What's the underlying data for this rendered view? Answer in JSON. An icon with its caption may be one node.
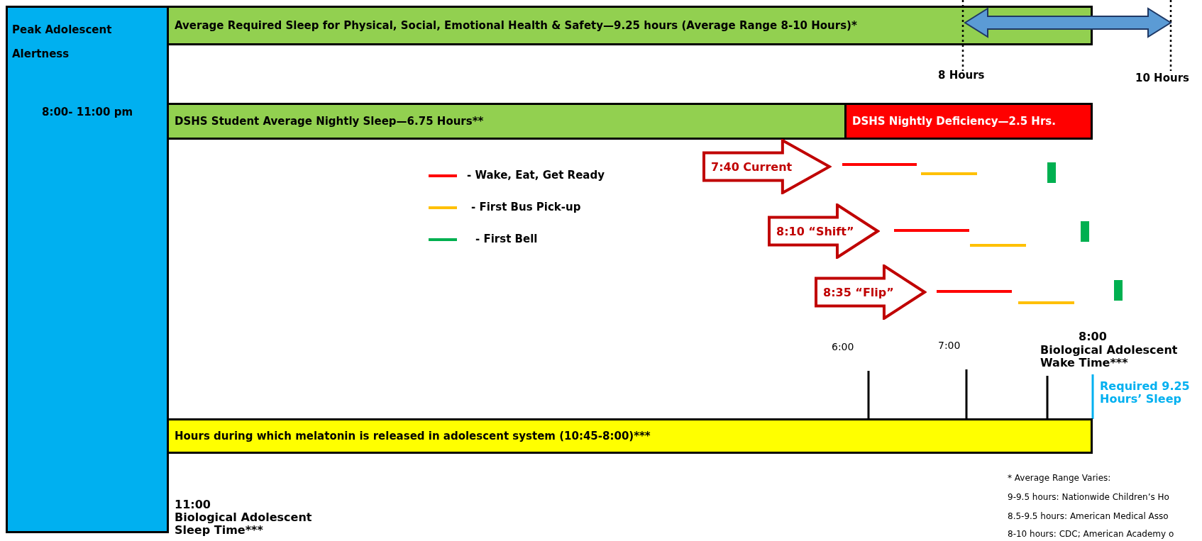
{
  "diagram": {
    "nodes": [
      {
        "text": [
          "Peak Adolescent Alertness",
          "8:00- 11:00 pm"
        ],
        "beside": [
          "11:00",
          "Biological Adolescent Sleep Time***"
        ]
      },
      {
        "text": [
          "Average Required Sleep for Physical, Social, Emotional Health & Safety—9.25 hours (Average Range 8-10 Hours)*"
        ]
      },
      {
        "text": [
          "DSHS Student Average Nightly Sleep—6.75 Hours**"
        ]
      },
      {
        "text": [
          "DSHS Nightly Deficiency—2.5 Hrs."
        ]
      },
      {
        "text": [
          "7:40 Current"
        ]
      },
      {
        "text": [
          "8:10 “Shift”"
        ]
      },
      {
        "text": [
          "8:35 “Flip”"
        ]
      },
      {
        "text": [
          "Hours during which melatonin is released in adolescent system (10:45-8:00)***"
        ]
      }
    ],
    "labels": [
      "8 Hours",
      "10 Hours",
      "8:00",
      "6:00",
      "7:00",
      "Biological Adolescent Wake Time***",
      "Required 9.25 Hours’ Sleep",
      "* Average Range Varies:",
      "9-9.5 hours: Nationwide Children’s Ho",
      "8.5-9.5 hours:  American Medical Asso",
      "8-10 hours: CDC; American Academy o"
    ],
    "legend": [
      {
        "text": "- Wake, Eat, Get Ready",
        "color": "#ff0000"
      },
      {
        "text": "- First Bus Pick-up",
        "color": "#ffc000"
      },
      {
        "text": "- First Bell",
        "color": "#00b050"
      }
    ]
  }
}
